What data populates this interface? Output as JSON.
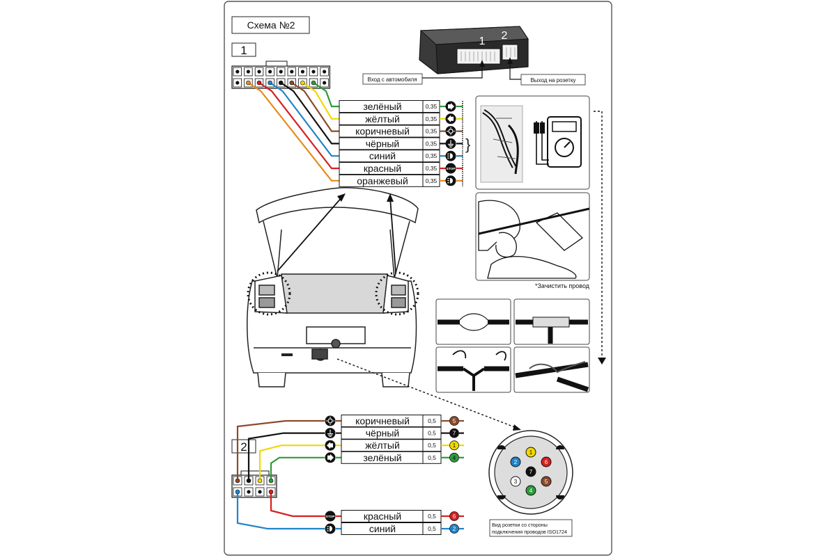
{
  "title": "Схема №2",
  "connector1": {
    "label": "1",
    "wires": [
      {
        "name": "зелёный",
        "gauge": "0,35",
        "color": "#2e9a3a",
        "icon": "arrow-right-icon"
      },
      {
        "name": "жёлтый",
        "gauge": "0,35",
        "color": "#f0d800",
        "icon": "arrow-left-icon"
      },
      {
        "name": "коричневый",
        "gauge": "0,35",
        "color": "#8b4a2b",
        "icon": "parking-light-icon"
      },
      {
        "name": "чёрный",
        "gauge": "0,35",
        "color": "#111111",
        "icon": "ground-icon"
      },
      {
        "name": "синий",
        "gauge": "0,35",
        "color": "#1f84c8",
        "icon": "fog-light-icon"
      },
      {
        "name": "красный",
        "gauge": "0,35",
        "color": "#d42020",
        "icon": "stop-icon"
      },
      {
        "name": "оранжевый",
        "gauge": "0,35",
        "color": "#e88a1a",
        "icon": "reverse-light-icon"
      }
    ]
  },
  "module": {
    "port1": "1",
    "port2": "2",
    "input_label": "Вход с автомобиля",
    "output_label": "Выход на розетку"
  },
  "strip_caption": "*Зачистить провод",
  "stop_text": "STOP",
  "connector2": {
    "label": "2",
    "wires_top": [
      {
        "name": "коричневый",
        "gauge": "0,5",
        "pin": "5",
        "color": "#8b4a2b",
        "icon": "parking-light-icon"
      },
      {
        "name": "чёрный",
        "gauge": "0,5",
        "pin": "7",
        "color": "#111111",
        "icon": "ground-icon"
      },
      {
        "name": "жёлтый",
        "gauge": "0,5",
        "pin": "1",
        "color": "#f0d800",
        "icon": "arrow-left-icon"
      },
      {
        "name": "зелёный",
        "gauge": "0,5",
        "pin": "4",
        "color": "#2e9a3a",
        "icon": "arrow-right-icon"
      }
    ],
    "wires_bottom": [
      {
        "name": "красный",
        "gauge": "0,5",
        "pin": "6",
        "color": "#d42020",
        "icon": "stop-icon"
      },
      {
        "name": "синий",
        "gauge": "0,5",
        "pin": "2",
        "color": "#1f84c8",
        "icon": "fog-light-icon"
      }
    ]
  },
  "socket": {
    "pins": [
      {
        "n": "1",
        "color": "#f0d800"
      },
      {
        "n": "2",
        "color": "#1f84c8"
      },
      {
        "n": "6",
        "color": "#d42020"
      },
      {
        "n": "7",
        "color": "#111111"
      },
      {
        "n": "3",
        "color": "#ffffff"
      },
      {
        "n": "5",
        "color": "#8b4a2b"
      },
      {
        "n": "4",
        "color": "#2e9a3a"
      }
    ],
    "caption_line1": "Вид розетки со стороны",
    "caption_line2": "подключения проводов ISO1724"
  }
}
